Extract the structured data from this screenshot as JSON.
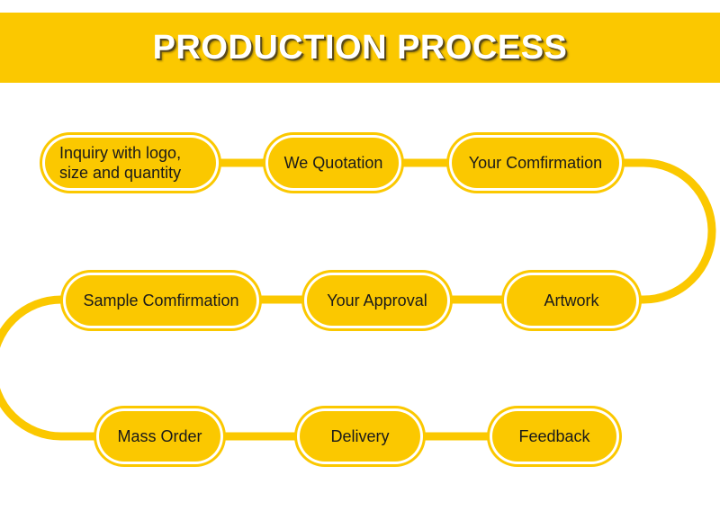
{
  "title": "PRODUCTION PROCESS",
  "colors": {
    "accent": "#fbc800",
    "text": "#1a1a1a",
    "background": "#ffffff"
  },
  "steps": [
    {
      "label": "Inquiry with logo,\nsize and quantity"
    },
    {
      "label": "We Quotation"
    },
    {
      "label": "Your Comfirmation"
    },
    {
      "label": "Artwork"
    },
    {
      "label": "Your Approval"
    },
    {
      "label": "Sample Comfirmation"
    },
    {
      "label": "Mass Order"
    },
    {
      "label": "Delivery"
    },
    {
      "label": "Feedback"
    }
  ]
}
